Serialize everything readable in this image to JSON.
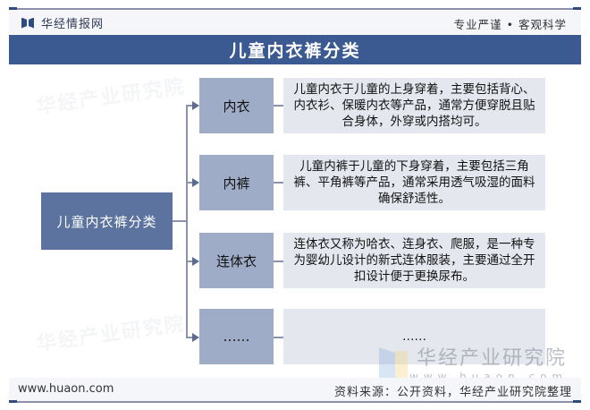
{
  "header": {
    "brand_name": "华经情报网",
    "brand_icon": "book-logo-icon",
    "slogan": "专业严谨 • 客观科学"
  },
  "title": "儿童内衣裤分类",
  "diagram": {
    "root": "儿童内衣裤分类",
    "categories": [
      {
        "label": "内衣",
        "description": "儿童内衣于儿童的上身穿着，主要包括背心、内衣衫、保暖内衣等产品，通常方便穿脱且贴合身体，外穿或内搭均可。"
      },
      {
        "label": "内裤",
        "description": "儿童内裤于儿童的下身穿着，主要包括三角裤、平角裤等产品，通常采用透气吸湿的面料确保舒适性。"
      },
      {
        "label": "连体衣",
        "description": "连体衣又称为哈衣、连身衣、爬服，是一种专为婴幼儿设计的新式连体服装，主要通过全开扣设计便于更换尿布。"
      },
      {
        "label": "……",
        "description": "……"
      }
    ],
    "colors": {
      "root_fill": "#5b739e",
      "category_fill": "#9eacc7",
      "description_fill": "#e4e7ee",
      "connector": "#8a93aa"
    }
  },
  "watermark": {
    "name_cn": "华经产业研究院",
    "url": "www.huaon.com"
  },
  "footer": {
    "url": "www.huaon.com",
    "source": "资料来源：公开资料，华经产业研究院整理"
  },
  "colors": {
    "title_bar": "#3b5a92",
    "frame_line": "#8a90a6",
    "accent": "#2f4a80"
  }
}
